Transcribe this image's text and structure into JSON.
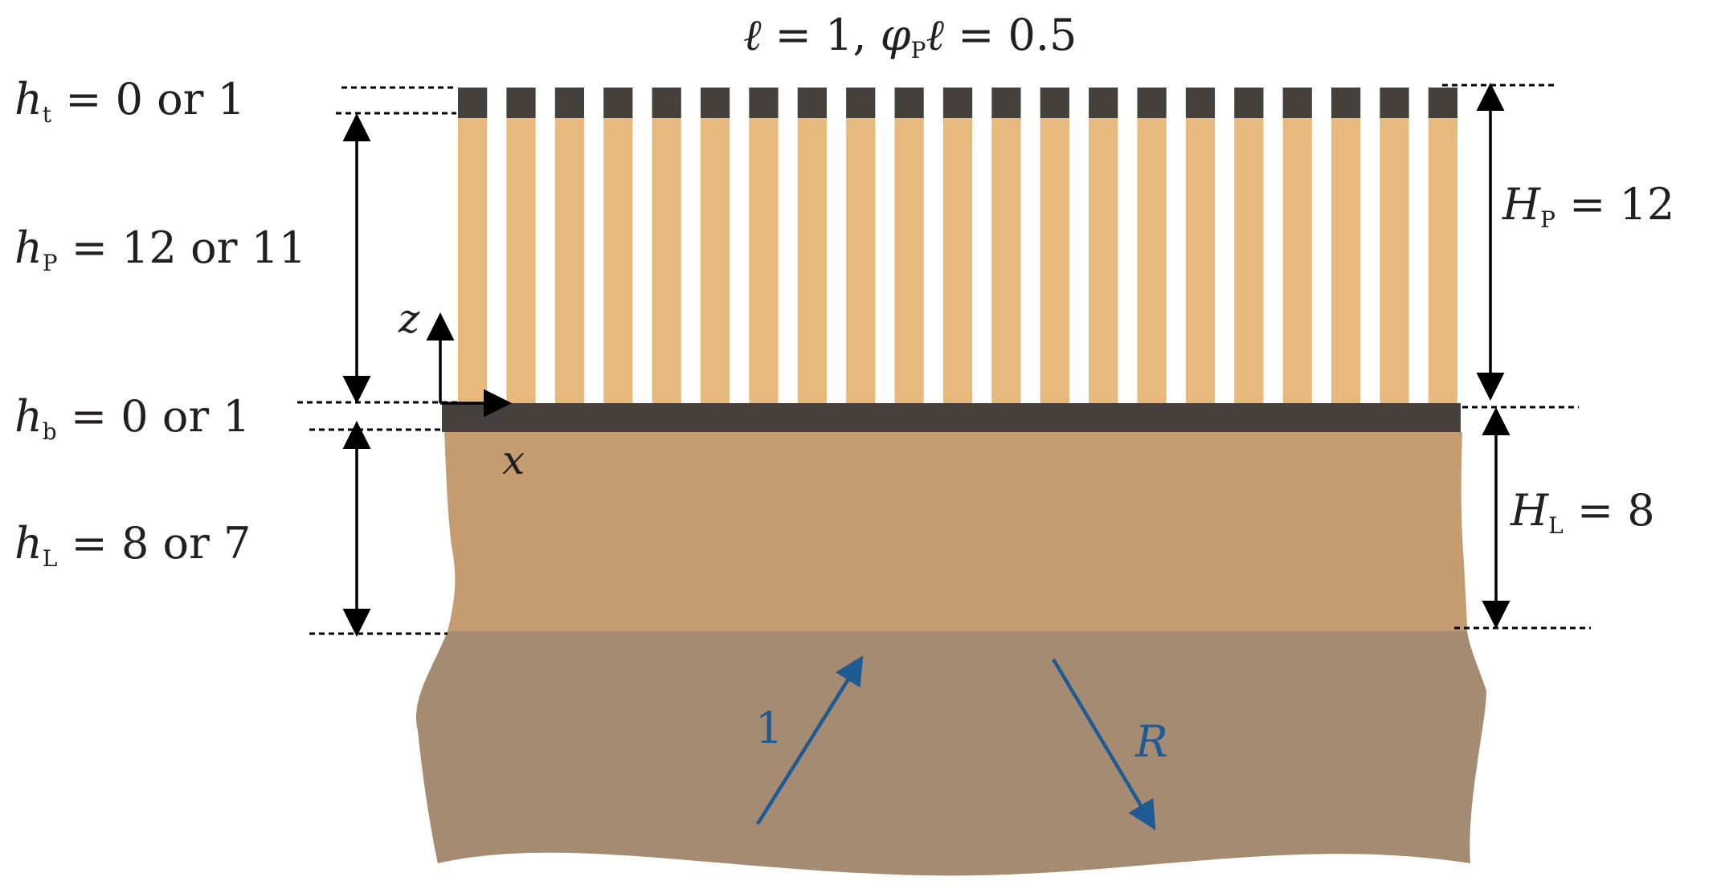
{
  "title": {
    "ell": "ℓ",
    "eq1": " = 1, ",
    "phi": "φ",
    "phi_sub": "P",
    "ell2": "ℓ",
    "eq2": " = 0.5"
  },
  "left_labels": {
    "h_t": {
      "sym": "h",
      "sub": "t",
      "text": " = 0 or 1"
    },
    "h_p": {
      "sym": "h",
      "sub": "P",
      "text": " = 12 or 11"
    },
    "h_b": {
      "sym": "h",
      "sub": "b",
      "text": " = 0 or 1"
    },
    "h_l": {
      "sym": "h",
      "sub": "L",
      "text": " = 8 or 7"
    }
  },
  "right_labels": {
    "H_p": {
      "sym": "H",
      "sub": "P",
      "text": " = 12"
    },
    "H_l": {
      "sym": "H",
      "sub": "L",
      "text": " = 8"
    }
  },
  "axes": {
    "z": "z",
    "x": "x"
  },
  "waves": {
    "incident": "1",
    "reflected": "R"
  },
  "pillar_count": 21,
  "colors": {
    "pillar": "#e8b97c",
    "cap": "#46403c",
    "base_layer": "#46403c",
    "layer": "#c59c6f",
    "substrate": "#a48b71",
    "wave_arrow": "#1e5a94"
  }
}
